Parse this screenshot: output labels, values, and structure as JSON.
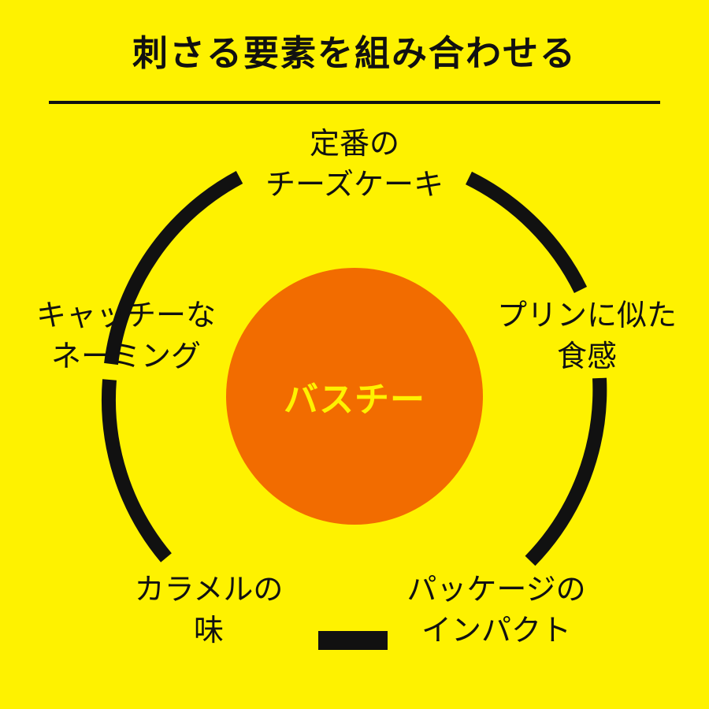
{
  "title": "刺さる要素を組み合わせる",
  "center": {
    "label": "バスチー",
    "color": "#f26c00",
    "text_color": "#fef200"
  },
  "elements": {
    "top": {
      "line1": "定番の",
      "line2": "チーズケーキ"
    },
    "left": {
      "line1": "キャッチーな",
      "line2": "ネーミング"
    },
    "right": {
      "line1": "プリンに似た",
      "line2": "食感"
    },
    "bottom_left": {
      "line1": "カラメルの",
      "line2": "味"
    },
    "bottom_right": {
      "line1": "パッケージの",
      "line2": "インパクト"
    }
  },
  "colors": {
    "background": "#fef200",
    "ring": "#111111",
    "text": "#111111"
  }
}
